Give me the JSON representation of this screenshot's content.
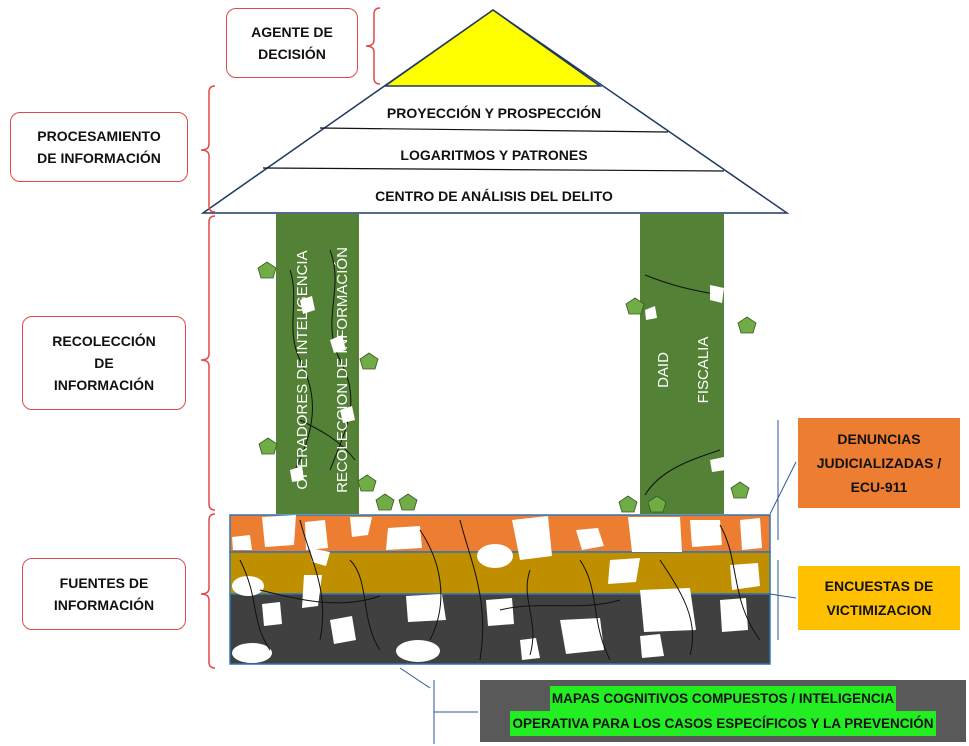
{
  "labels": {
    "agente": [
      "AGENTE DE",
      "DECISIÓN"
    ],
    "procesamiento": [
      "PROCESAMIENTO",
      "DE INFORMACIÓN"
    ],
    "recoleccion": [
      "RECOLECCIÓN",
      "DE",
      "INFORMACIÓN"
    ],
    "fuentes": [
      "FUENTES DE",
      "INFORMACIÓN"
    ]
  },
  "roof_tiers": [
    "PROYECCIÓN Y PROSPECCIÓN",
    "LOGARITMOS Y PATRONES",
    "CENTRO DE ANÁLISIS DEL DELITO"
  ],
  "pillar_left": [
    "OPERADORES DE INTELIGENCIA",
    "RECOLECCION DE INFORMACIÓN"
  ],
  "pillar_right": [
    "DAID",
    "FISCALIA"
  ],
  "right_boxes": {
    "denuncias": [
      "DENUNCIAS",
      "JUDICIALIZADAS /",
      "ECU-911"
    ],
    "encuestas": [
      "ENCUESTAS DE",
      "VICTIMIZACION"
    ]
  },
  "bottom_box": [
    "MAPAS COGNITIVOS COMPUESTOS / INTELIGENCIA",
    "OPERATIVA PARA LOS CASOS ESPECÍFICOS Y LA PREVENCIÓN"
  ],
  "colors": {
    "roof_yellow": "#ffff00",
    "pillar_green": "#538135",
    "layer_orange": "#ed7d31",
    "layer_gold": "#bf8f00",
    "layer_dark": "#404040",
    "box_orange": "#ed7d31",
    "box_yellow": "#ffc000",
    "box_grey": "#595959",
    "bracket_red": "#e04848",
    "pentagon_green": "#70ad47"
  }
}
